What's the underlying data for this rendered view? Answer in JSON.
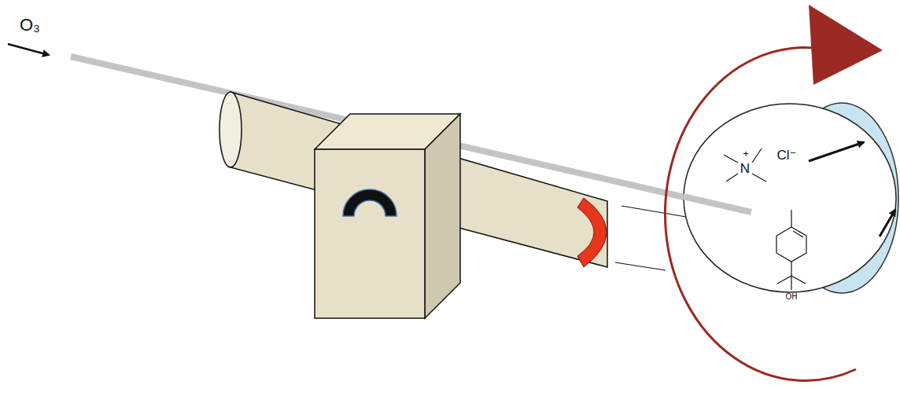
{
  "diagram": {
    "nodes": [
      {
        "text": [
          "N",
          "+",
          "Cl⁻",
          "OH"
        ]
      }
    ],
    "labels": [
      "O₃"
    ]
  }
}
